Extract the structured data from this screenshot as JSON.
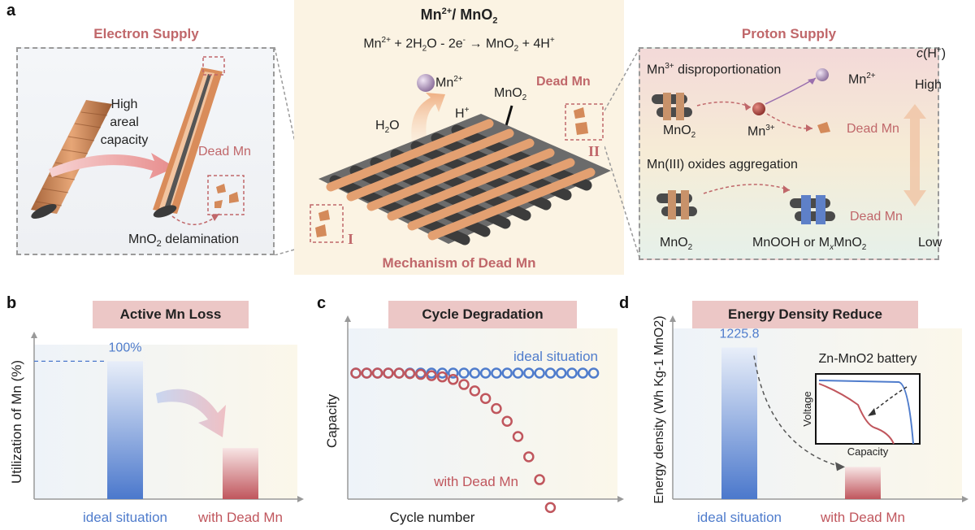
{
  "panel_a": {
    "letter": "a",
    "electron_supply": {
      "title": "Electron Supply",
      "high_areal_capacity": "High areal capacity",
      "dead_mn": "Dead Mn",
      "mno2_delamination": "MnO2 delamination"
    },
    "center": {
      "title": "Mn2+/ MnO2",
      "equation": "Mn2+ + 2H2O - 2e- → MnO2 + 4H+",
      "mn2plus": "Mn2+",
      "h2o": "H2O",
      "hplus": "H+",
      "mno2": "MnO2",
      "dead_mn": "Dead Mn",
      "label_I": "I",
      "label_II": "II",
      "mechanism": "Mechanism of Dead Mn"
    },
    "proton_supply": {
      "title": "Proton Supply",
      "mn3_disproportionation": "Mn3+ disproportionation",
      "mn2plus": "Mn2+",
      "mno2_top": "MnO2",
      "mn3plus": "Mn3+",
      "dead_mn_top": "Dead Mn",
      "mn3_oxides_aggregation": "Mn(III) oxides aggregation",
      "mno2_bottom": "MnO2",
      "dead_mn_bottom": "Dead Mn",
      "mnooh": "MnOOH or MxMnO2",
      "c_h": "c(H+)",
      "high": "High",
      "low": "Low"
    }
  },
  "panel_b": {
    "letter": "b",
    "title": "Active Mn Loss",
    "chart_data": {
      "type": "bar",
      "categories": [
        "ideal situation",
        "with Dead Mn"
      ],
      "values": [
        100,
        37
      ],
      "value_labels": [
        "100%",
        ""
      ],
      "ylabel": "Utilization of Mn (%)",
      "xlabel": ""
    }
  },
  "panel_c": {
    "letter": "c",
    "title": "Cycle Degradation",
    "chart_data": {
      "type": "line",
      "xlabel": "Cycle number",
      "ylabel": "Capacity",
      "series": [
        {
          "name": "ideal situation",
          "color": "#4f7ccc",
          "points": [
            [
              1,
              1
            ],
            [
              2,
              1
            ],
            [
              3,
              1
            ],
            [
              4,
              1
            ],
            [
              5,
              1
            ],
            [
              6,
              1
            ],
            [
              7,
              1
            ],
            [
              8,
              1
            ],
            [
              9,
              1
            ],
            [
              10,
              1
            ],
            [
              11,
              1
            ],
            [
              12,
              1
            ],
            [
              13,
              1
            ],
            [
              14,
              1
            ],
            [
              15,
              1
            ],
            [
              16,
              1
            ],
            [
              17,
              1
            ],
            [
              18,
              1
            ],
            [
              19,
              1
            ],
            [
              20,
              1
            ],
            [
              21,
              1
            ],
            [
              22,
              1
            ],
            [
              23,
              1
            ]
          ]
        },
        {
          "name": "with Dead Mn",
          "color": "#c0565d",
          "points": [
            [
              1,
              1
            ],
            [
              2,
              1
            ],
            [
              3,
              1
            ],
            [
              4,
              1
            ],
            [
              5,
              1
            ],
            [
              6,
              0.998
            ],
            [
              7,
              0.995
            ],
            [
              8,
              0.99
            ],
            [
              9,
              0.985
            ],
            [
              10,
              0.975
            ],
            [
              11,
              0.955
            ],
            [
              12,
              0.93
            ],
            [
              13,
              0.9
            ],
            [
              14,
              0.86
            ],
            [
              15,
              0.81
            ],
            [
              16,
              0.75
            ],
            [
              17,
              0.67
            ],
            [
              18,
              0.58
            ],
            [
              19,
              0.47
            ],
            [
              20,
              0.35
            ]
          ]
        }
      ]
    }
  },
  "panel_d": {
    "letter": "d",
    "title": "Energy Density Reduce",
    "chart_data": {
      "type": "bar",
      "categories": [
        "ideal situation",
        "with Dead Mn"
      ],
      "values": [
        1225.8,
        260
      ],
      "value_labels": [
        "1225.8",
        ""
      ],
      "ylabel": "Energy density (Wh Kg-1 MnO2)",
      "xlabel": ""
    },
    "inset": {
      "title": "Zn-MnO2 battery",
      "xlabel": "Capacity",
      "ylabel": "Voltage"
    }
  },
  "colors": {
    "accent_red": "#c0676a",
    "ideal_blue": "#4f7ccc",
    "dead_red": "#c0565d",
    "pill_bg": "#ecc7c6"
  }
}
